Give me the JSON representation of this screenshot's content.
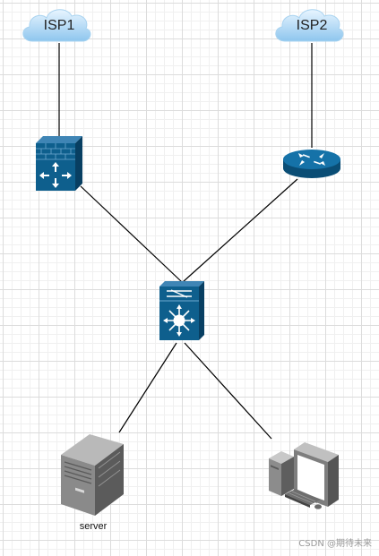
{
  "nodes": {
    "isp1": {
      "label": "ISP1",
      "icon": "cloud-icon"
    },
    "isp2": {
      "label": "ISP2",
      "icon": "cloud-icon"
    },
    "firewall": {
      "icon": "firewall-icon"
    },
    "router": {
      "icon": "router-icon"
    },
    "core_switch": {
      "icon": "layer3-switch-icon"
    },
    "server": {
      "label": "server",
      "icon": "server-tower-icon"
    },
    "pc": {
      "icon": "desktop-pc-icon"
    }
  },
  "links": [
    [
      "isp1",
      "firewall"
    ],
    [
      "isp2",
      "router"
    ],
    [
      "firewall",
      "core_switch"
    ],
    [
      "router",
      "core_switch"
    ],
    [
      "core_switch",
      "server"
    ],
    [
      "core_switch",
      "pc"
    ]
  ],
  "colors": {
    "device_blue": "#0e5f8d",
    "cloud_blue": "#9fd0f2",
    "line": "#000000",
    "server_gray": "#7b7b7b"
  },
  "watermark": "CSDN @期待未来"
}
